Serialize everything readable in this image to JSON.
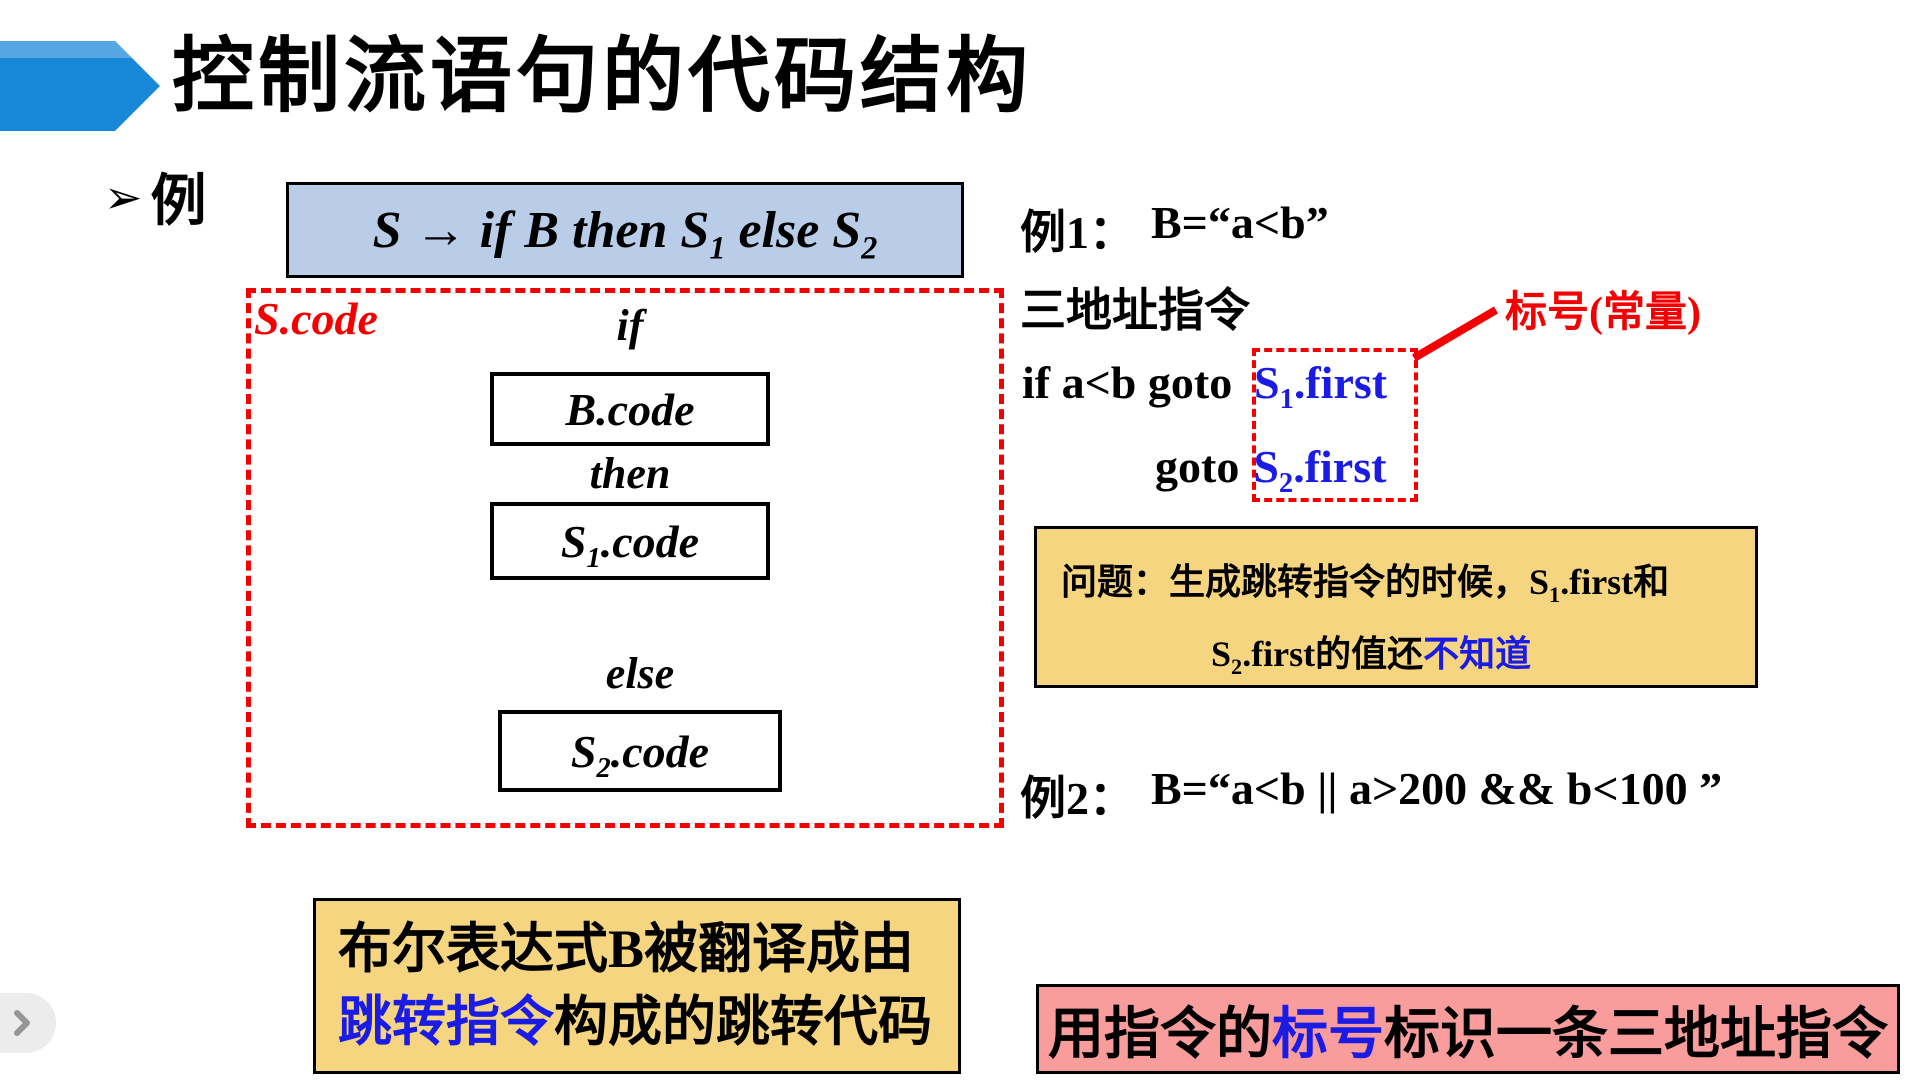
{
  "title": "控制流语句的代码结构",
  "bullet": {
    "marker": "➢",
    "label": "例"
  },
  "production": {
    "p1": "S → if B then S",
    "sub1": "1",
    "p2": " else S",
    "sub2": "2"
  },
  "diagram": {
    "region_label": "S.code",
    "if_label": "if",
    "then_label": "then",
    "else_label": "else",
    "b_code": "B.code",
    "s1_code": {
      "base": "S",
      "sub": "1",
      "rest": ".code"
    },
    "s2_code": {
      "base": "S",
      "sub": "2",
      "rest": ".code"
    }
  },
  "example1": {
    "label": "例1：",
    "code": "B=“a<b”",
    "subtitle": "三地址指令",
    "annotation": "标号(常量)",
    "line1_black": "if a<b goto",
    "line1_blue": {
      "base": "S",
      "sub": "1",
      "rest": ".first"
    },
    "line2_black": "goto",
    "line2_blue": {
      "base": "S",
      "sub": "2",
      "rest": ".first"
    }
  },
  "problem_box": {
    "line1_prefix": "问题：生成跳转指令的时候，",
    "line1_base": "S",
    "line1_sub": "1",
    "line1_suffix": ".first和",
    "line2_base": "S",
    "line2_sub": "2",
    "line2_mid": ".first的值还",
    "line2_blue": "不知道"
  },
  "example2": {
    "label": "例2：",
    "code": "B=“a<b || a>200 && b<100 ”"
  },
  "note_left": {
    "line1": "布尔表达式B被翻译成由",
    "line2_blue": "跳转指令",
    "line2_rest": "构成的跳转代码"
  },
  "note_right": {
    "prefix": "用指令的",
    "highlight": "标号",
    "suffix": "标识一条三地址指令"
  },
  "colors": {
    "accent_blue": "#1b1be6",
    "accent_red": "#f40000",
    "production_bg": "#b9cde9",
    "note_orange_bg": "#f5d57f",
    "note_pink_bg": "#f99c9c",
    "arrow_dark_blue": "#1787d8",
    "arrow_light_blue": "#55a6e2",
    "nav_bg": "#ececec",
    "nav_icon": "#969696"
  }
}
